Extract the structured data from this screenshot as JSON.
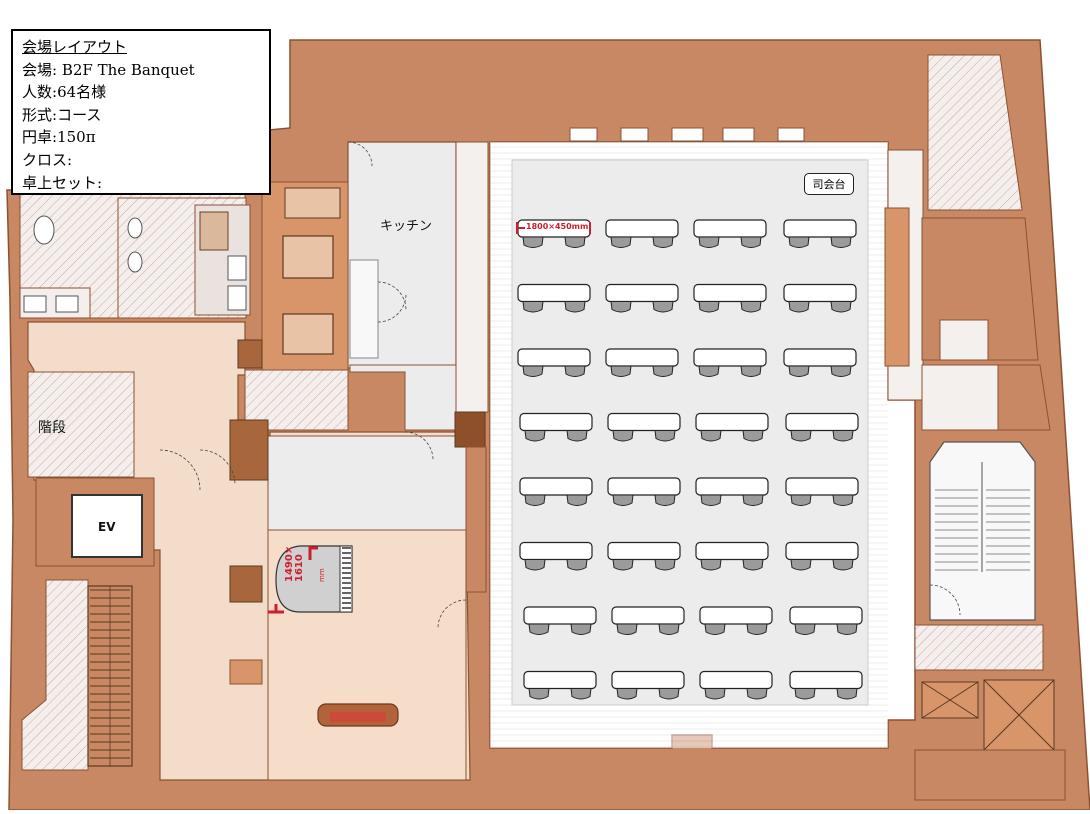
{
  "info_box": {
    "title": "会場レイアウト",
    "lines": [
      {
        "label": "会場",
        "sep": ": ",
        "value": "B2F The Banquet"
      },
      {
        "label": "人数",
        "sep": ":",
        "value": "64名様"
      },
      {
        "label": "形式",
        "sep": ":",
        "value": "コース"
      },
      {
        "label": "円卓",
        "sep": ":",
        "value": "150π"
      },
      {
        "label": "クロス",
        "sep": ":",
        "value": ""
      },
      {
        "label": "卓上セット",
        "sep": ":",
        "value": ""
      }
    ]
  },
  "rooms": {
    "kitchen": "キッチン",
    "stairs": "階段",
    "elevator": "EV",
    "emcee_table": "司会台"
  },
  "dimensions": {
    "table_size": "1800×450mm",
    "piano_size_line1": "1490×",
    "piano_size_line2": "1610",
    "piano_size_unit": "mm"
  },
  "banquet": {
    "table_rows": 8,
    "tables_per_row": 4,
    "chairs_per_table": 2,
    "total_guests": 64
  },
  "colors": {
    "wall": "#c88863",
    "wall_dark": "#a8663c",
    "floor_light": "#f3dcc9",
    "floor_mid": "#e9c3a5",
    "hall_floor": "#ffffff",
    "carpet": "#ececec",
    "chair": "#9b9b9b",
    "dimension_red": "#cc1f2d"
  }
}
